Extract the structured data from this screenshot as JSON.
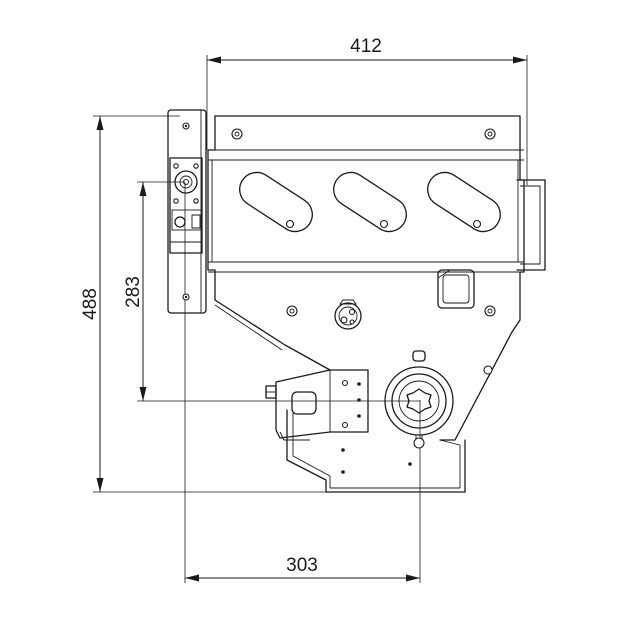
{
  "dimensions": {
    "width_top": "412",
    "height_total": "488",
    "height_inner": "283",
    "width_bottom": "303"
  }
}
